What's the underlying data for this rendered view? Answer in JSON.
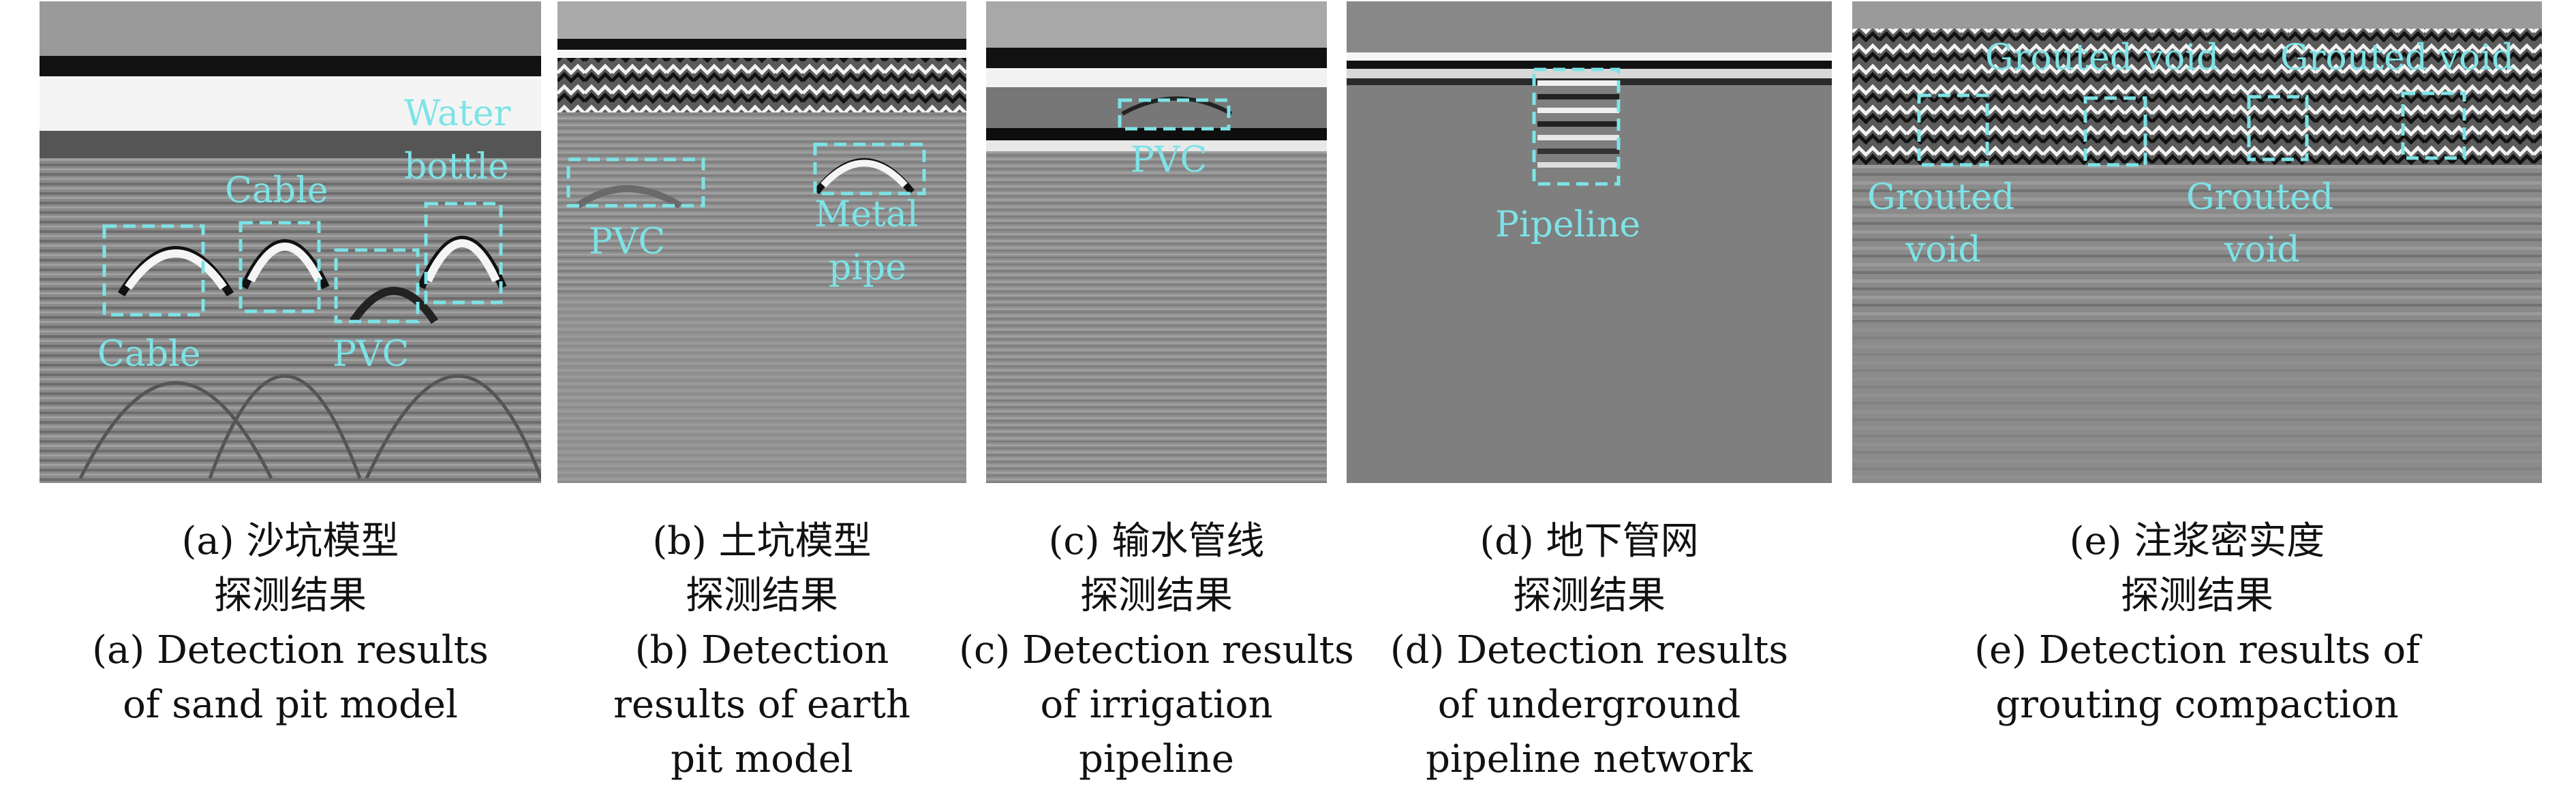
{
  "colors": {
    "annotation": "#7de3e6",
    "panel_gray": "#808080"
  },
  "panels": [
    {
      "id": "a",
      "labels": [
        "Cable",
        "Cable",
        "PVC",
        "Water",
        "bottle"
      ],
      "caption_cn_1": "(a) 沙坑模型",
      "caption_cn_2": "探测结果",
      "caption_en": [
        "(a) Detection results",
        "of sand pit model"
      ]
    },
    {
      "id": "b",
      "labels": [
        "PVC",
        "Metal",
        "pipe"
      ],
      "caption_cn_1": "(b) 土坑模型",
      "caption_cn_2": "探测结果",
      "caption_en": [
        "(b) Detection",
        "results of earth",
        "pit model"
      ]
    },
    {
      "id": "c",
      "labels": [
        "PVC"
      ],
      "caption_cn_1": "(c) 输水管线",
      "caption_cn_2": "探测结果",
      "caption_en": [
        "(c) Detection results",
        "of irrigation",
        "pipeline"
      ]
    },
    {
      "id": "d",
      "labels": [
        "Pipeline"
      ],
      "caption_cn_1": "(d) 地下管网",
      "caption_cn_2": "探测结果",
      "caption_en": [
        "(d) Detection results",
        "of underground",
        "pipeline network"
      ]
    },
    {
      "id": "e",
      "labels": [
        "Grouted void",
        "Grouted void",
        "Grouted",
        "void",
        "Grouted",
        "void"
      ],
      "caption_cn_1": "(e) 注浆密实度",
      "caption_cn_2": "探测结果",
      "caption_en": [
        "(e) Detection results of",
        "grouting compaction"
      ]
    }
  ]
}
